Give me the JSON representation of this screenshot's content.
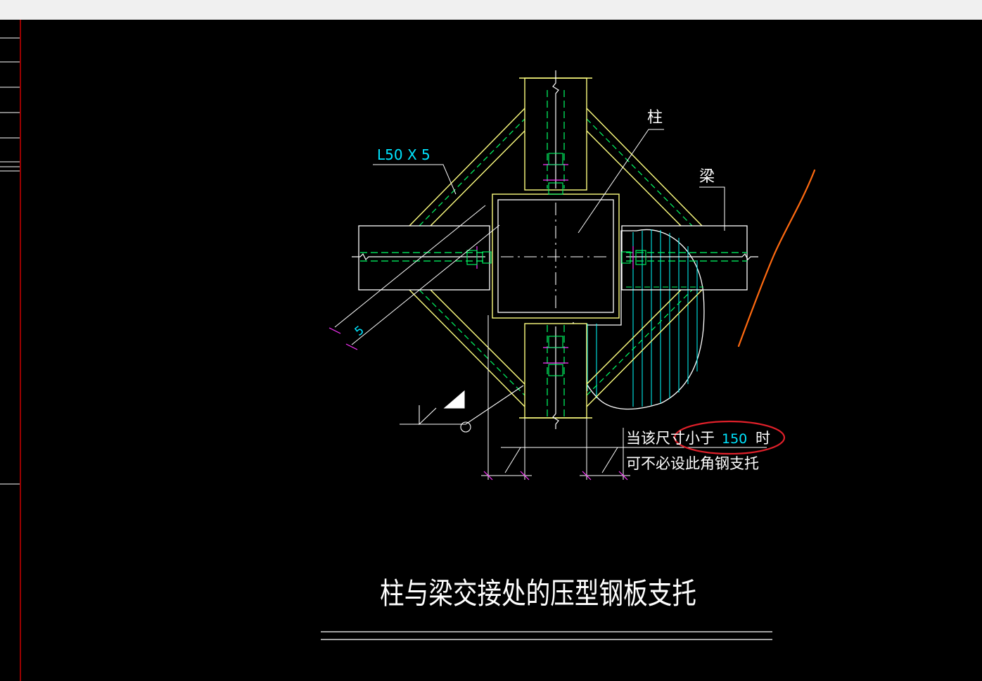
{
  "labels": {
    "angle_steel": "L50 X 5",
    "column": "柱",
    "beam": "梁",
    "weld_size": "5",
    "note_line1_prefix": "当该尺寸小于",
    "note_value": "150",
    "note_line1_suffix": "时",
    "note_line2": "可不必设此角钢支托",
    "title": "柱与梁交接处的压型钢板支托"
  },
  "colors": {
    "background": "#000000",
    "outline_yellow": "#ffff80",
    "centerline_green": "#00ff66",
    "line_white": "#ffffff",
    "text_cyan": "#00e5ff",
    "mark_magenta": "#ff33ff",
    "hatch_cyan": "#00ffff",
    "markup_red": "#e0202a",
    "markup_orange": "#ff6a10",
    "frame_red": "#cc0000"
  }
}
